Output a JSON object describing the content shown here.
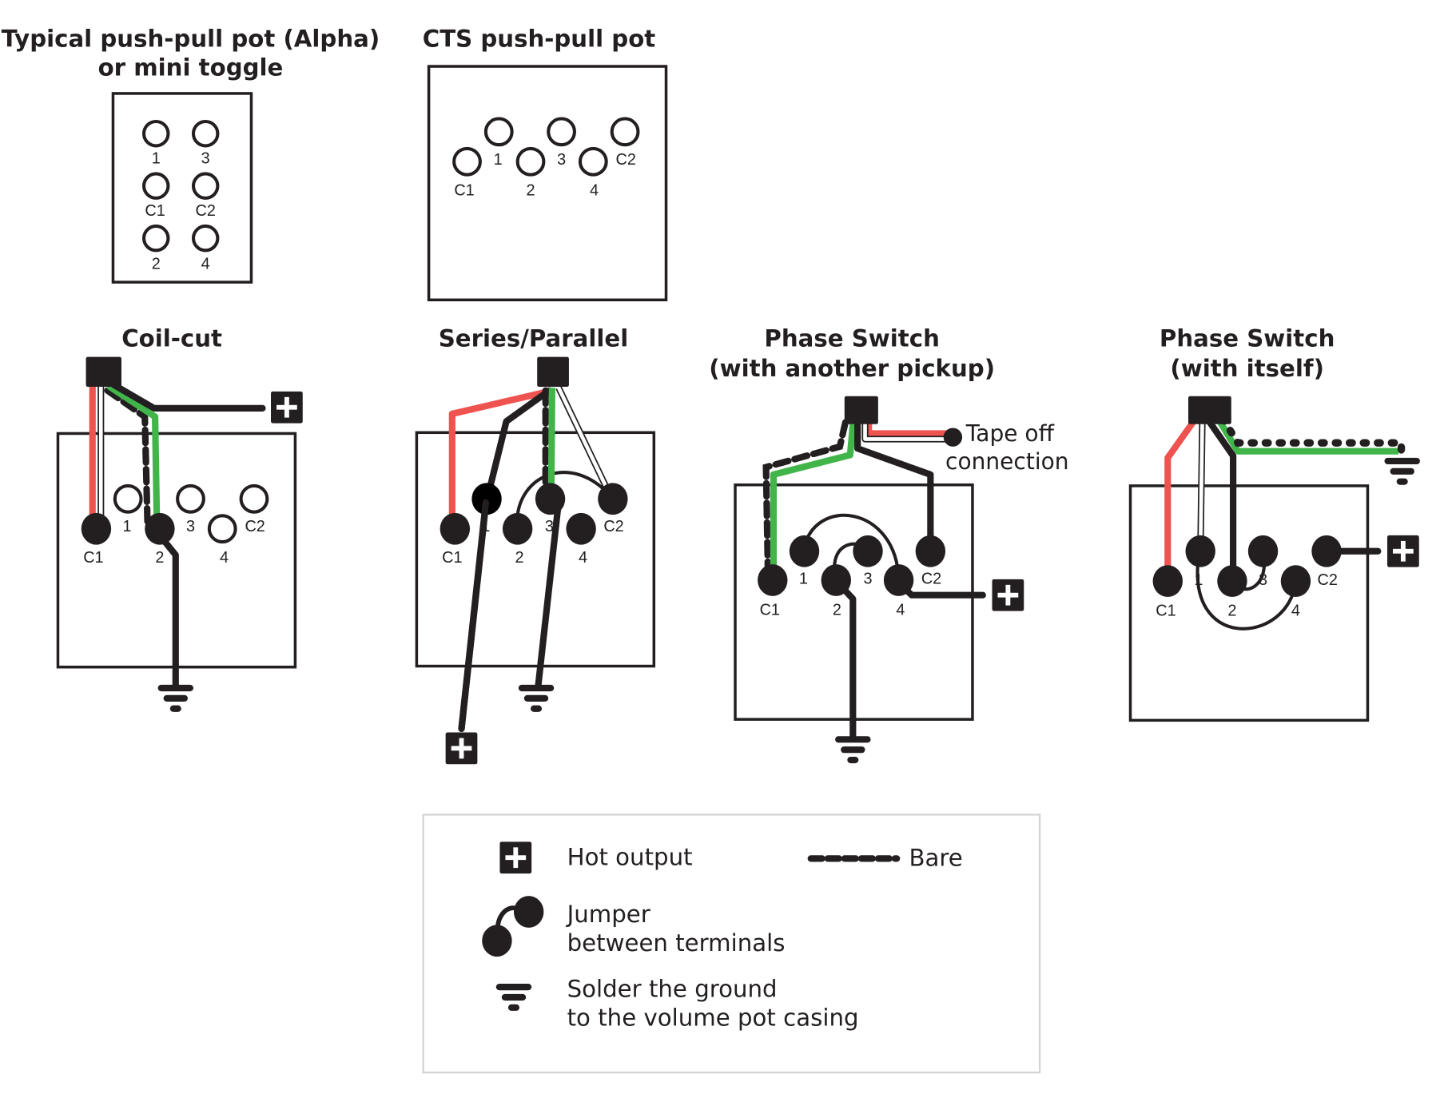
{
  "colors": {
    "ink": "#231f20",
    "red_wire": "#ef5350",
    "green_wire": "#41b54a",
    "legend_border": "#d4d4d4"
  },
  "panels": {
    "alpha": {
      "title_line1": "Typical push-pull pot (Alpha)",
      "title_line2": "or mini toggle",
      "terminals": [
        "1",
        "3",
        "C1",
        "C2",
        "2",
        "4"
      ]
    },
    "cts": {
      "title": "CTS push-pull pot",
      "terminals": [
        "C1",
        "1",
        "2",
        "3",
        "4",
        "C2"
      ]
    },
    "coil_cut": {
      "title": "Coil-cut",
      "terminals": [
        "C1",
        "1",
        "2",
        "3",
        "4",
        "C2"
      ]
    },
    "series_parallel": {
      "title": "Series/Parallel",
      "terminals": [
        "C1",
        "1",
        "2",
        "3",
        "4",
        "C2"
      ]
    },
    "phase_another": {
      "title_line1": "Phase Switch",
      "title_line2": "(with another pickup)",
      "note_line1": "Tape off",
      "note_line2": "connection",
      "terminals": [
        "C1",
        "1",
        "2",
        "3",
        "4",
        "C2"
      ]
    },
    "phase_itself": {
      "title_line1": "Phase Switch",
      "title_line2": "(with itself)",
      "terminals": [
        "C1",
        "1",
        "2",
        "3",
        "4",
        "C2"
      ]
    }
  },
  "legend": {
    "hot_output": "Hot output",
    "bare": "Bare",
    "jumper_line1": "Jumper",
    "jumper_line2": "between terminals",
    "ground_line1": "Solder the ground",
    "ground_line2": "to the volume pot casing"
  }
}
